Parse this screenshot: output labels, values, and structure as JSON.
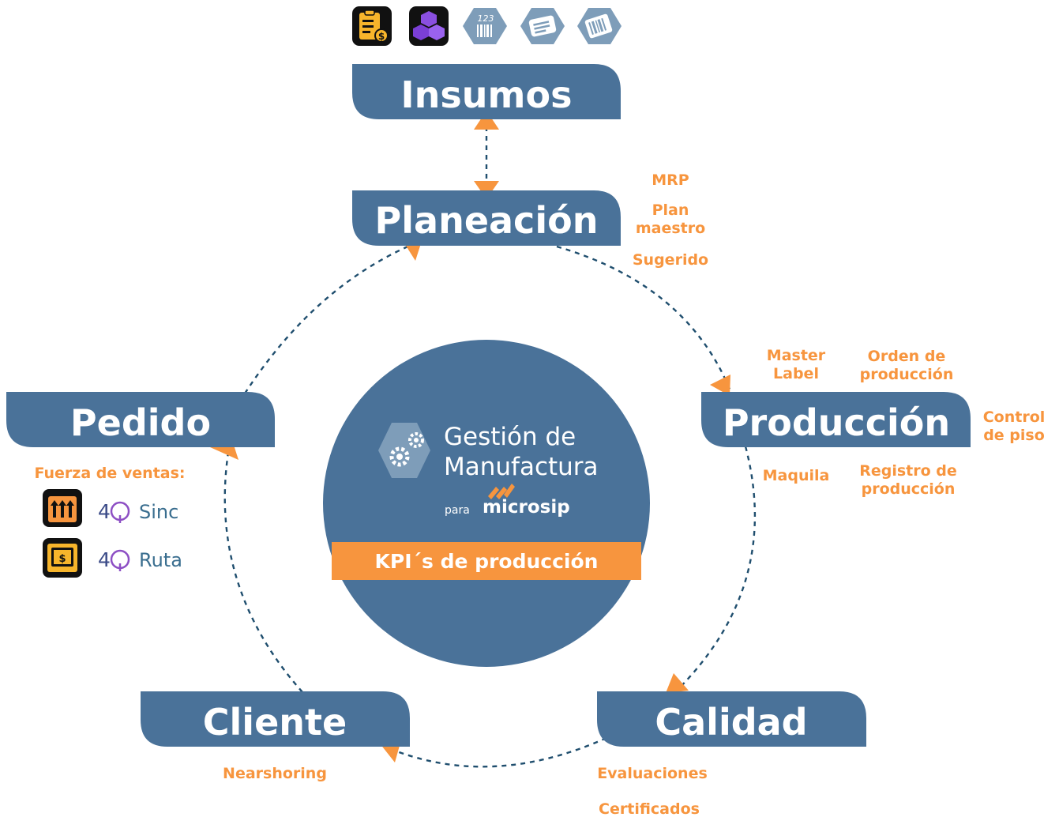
{
  "nodes": {
    "insumos": "Insumos",
    "planeacion": "Planeación",
    "produccion": "Producción",
    "calidad": "Calidad",
    "cliente": "Cliente",
    "pedido": "Pedido"
  },
  "center": {
    "line1": "Gestión de",
    "line2": "Manufactura",
    "para": "para",
    "brand": "microsip",
    "kpi": "KPI´s de producción"
  },
  "planeacion_items": {
    "mrp": "MRP",
    "plan_1": "Plan",
    "plan_2": "maestro",
    "sugerido": "Sugerido"
  },
  "produccion_items": {
    "master_1": "Master",
    "master_2": "Label",
    "orden_1": "Orden de",
    "orden_2": "producción",
    "control_1": "Control",
    "control_2": "de piso",
    "maquila": "Maquila",
    "registro_1": "Registro de",
    "registro_2": "producción"
  },
  "calidad_items": {
    "evaluaciones": "Evaluaciones",
    "certificados": "Certificados"
  },
  "cliente_items": {
    "nearshoring": "Nearshoring"
  },
  "pedido_items": {
    "fuerza": "Fuerza de ventas:",
    "sinc_prefix": "4",
    "sinc_name": "Sinc",
    "ruta_prefix": "4",
    "ruta_name": "Ruta"
  },
  "colors": {
    "node_fill": "#4a7299",
    "accent": "#f7953e",
    "connector": "#1f4e6e"
  },
  "icons": [
    "clipboard-dollar-icon",
    "cubes-icon",
    "barcode-123-icon",
    "label-card-icon",
    "barcode-tag-icon",
    "arrows-up-icon",
    "receipt-icon"
  ]
}
